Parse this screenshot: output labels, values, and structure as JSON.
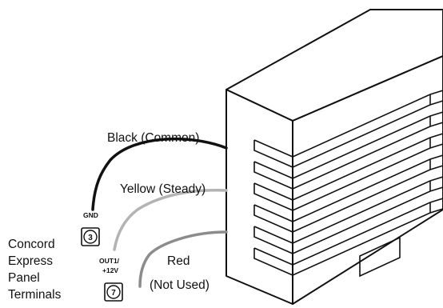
{
  "labels": {
    "black_wire": "Black (Common)",
    "yellow_wire": "Yellow (Steady)",
    "red_wire_line1": "Red",
    "red_wire_line2": "(Not Used)",
    "panel_line1": "Concord",
    "panel_line2": "Express",
    "panel_line3": "Panel",
    "panel_line4": "Terminals"
  },
  "terminals": {
    "gnd_label": "GND",
    "gnd_number": "3",
    "out_label_line1": "OUT1/",
    "out_label_line2": "+12V",
    "out_number": "7"
  },
  "colors": {
    "outline": "#111111",
    "black_wire": "#111111",
    "yellow_wire": "#b3b3b3",
    "red_wire": "#8c8c8c"
  }
}
